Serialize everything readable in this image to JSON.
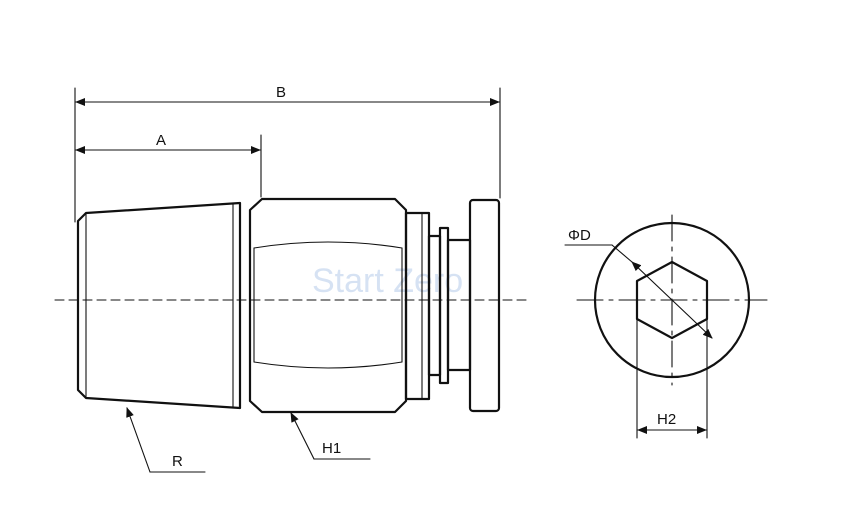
{
  "labels": {
    "a": "A",
    "b": "B",
    "r": "R",
    "h1": "H1",
    "h2": "H2",
    "phi_d": "ΦD"
  },
  "watermark": "Start Zero"
}
